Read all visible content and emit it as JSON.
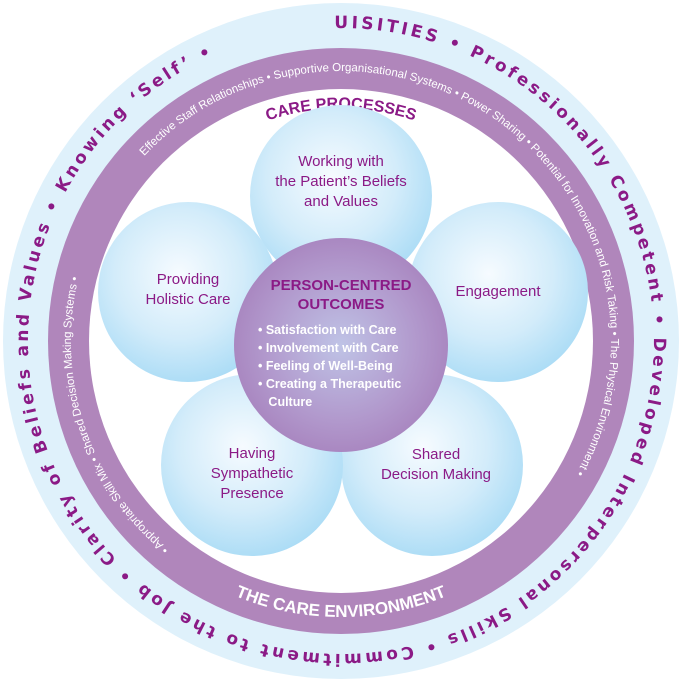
{
  "colors": {
    "outer_ring": "#dff1fb",
    "purple_ring": "#b086bb",
    "text_purple": "#8b1a86",
    "petal_light": "#f4faff",
    "petal_dark": "#aadcf6",
    "center_light": "#b6b8e0",
    "center_dark": "#a77fbb"
  },
  "prerequisites": {
    "title": "PREREQUISITIES",
    "items": [
      "Knowing ‘Self’",
      "Professionally Competent",
      "Developed Interpersonal Skills",
      "Commitment to the Job",
      "Clarity of Beliefs and Values"
    ]
  },
  "care_environment": {
    "title": "THE CARE ENVIRONMENT",
    "items": [
      "Effective Staff Relationships",
      "Supportive Organisational Systems",
      "Power Sharing",
      "Potential for Innovation and Risk Taking",
      "The Physical Environment",
      "Appropriate Skill Mix",
      "Shared Decision Making Systems"
    ]
  },
  "care_processes": {
    "title": "CARE PROCESSES",
    "petals": [
      {
        "lines": [
          "Working with",
          "the Patient’s Beliefs",
          "and Values"
        ]
      },
      {
        "lines": [
          "Engagement"
        ]
      },
      {
        "lines": [
          "Shared",
          "Decision Making"
        ]
      },
      {
        "lines": [
          "Having",
          "Sympathetic",
          "Presence"
        ]
      },
      {
        "lines": [
          "Providing",
          "Holistic Care"
        ]
      }
    ]
  },
  "outcomes": {
    "title_lines": [
      "PERSON-CENTRED",
      "OUTCOMES"
    ],
    "items": [
      "• Satisfaction with Care",
      "• Involvement with Care",
      "• Feeling of Well-Being",
      "• Creating a Therapeutic",
      "   Culture"
    ]
  }
}
